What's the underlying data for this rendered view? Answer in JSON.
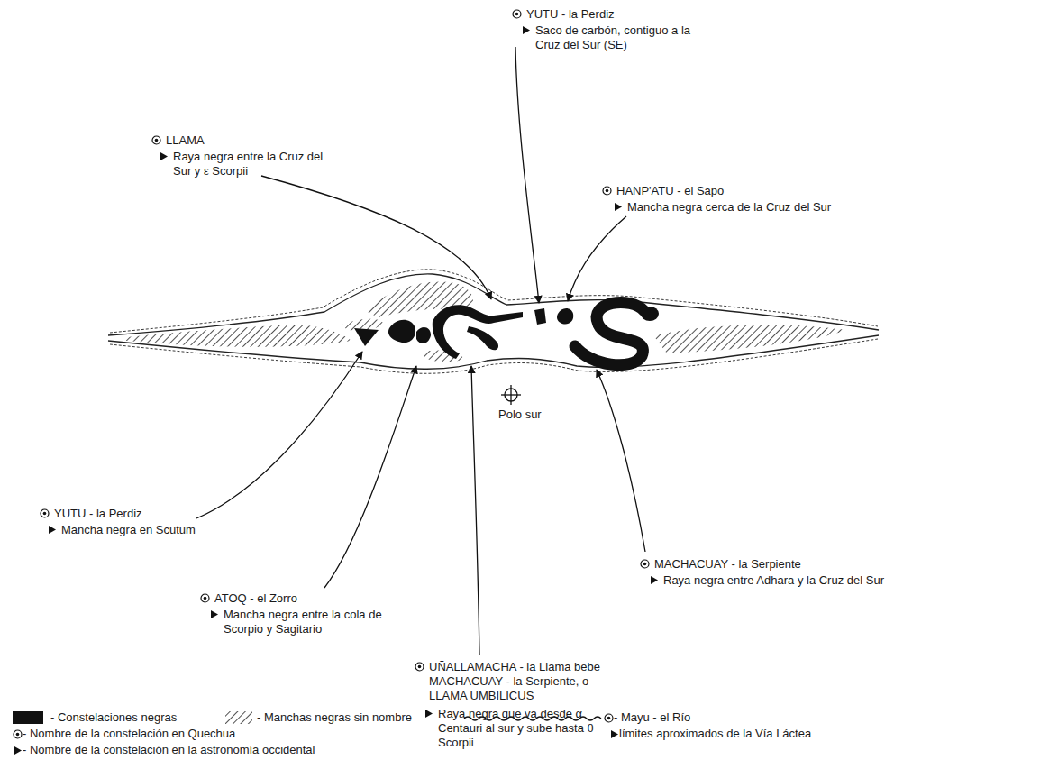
{
  "diagram": {
    "labels": [
      "YUTU - la Perdiz",
      "Saco de carbón, contiguo a la Cruz del Sur (SE)",
      "LLAMA",
      "Raya negra entre la Cruz del Sur y ε Scorpii",
      "HANP'ATU - el Sapo",
      "Mancha negra cerca de la Cruz del Sur",
      "YUTU - la Perdiz",
      "Mancha negra en Scutum",
      "ATOQ - el Zorro",
      "Mancha negra entre la cola de Scorpio y Sagitario",
      "UÑALLAMACHA - la Llama bebe MACHACUAY - la Serpiente, o LLAMA UMBILICUS",
      "Raya negra que va desde α Centauri al sur y sube hasta θ Scorpii",
      "MACHACUAY - la Serpiente",
      "Raya negra entre Adhara y la Cruz del Sur",
      "Polo sur"
    ],
    "legend": [
      {
        "text": "- Constelaciones negras",
        "color": "#111111"
      },
      {
        "text": "- Manchas negras sin nombre"
      },
      {
        "text": "- Mayu - el Río"
      },
      {
        "text": "límites aproximados de la Vía Láctea"
      },
      {
        "text": "- Nombre de la constelación en Quechua"
      },
      {
        "text": "- Nombre de la constelación en la astronomía occidental"
      }
    ]
  }
}
